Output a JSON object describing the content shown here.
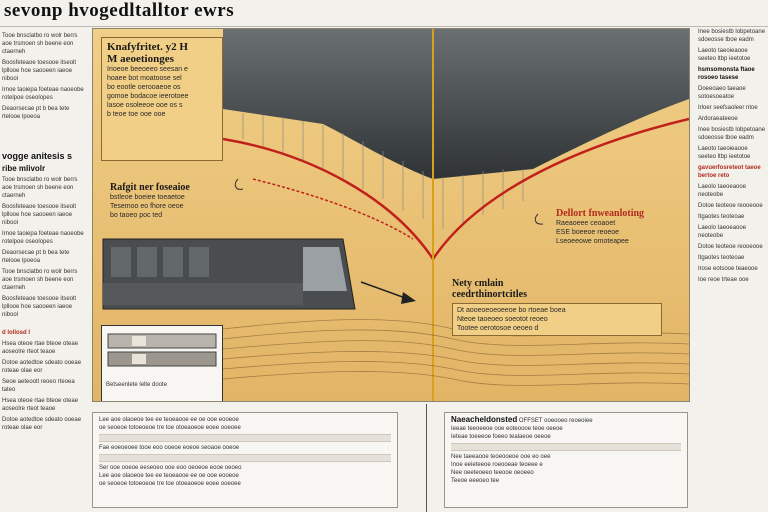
{
  "headline": "sevonp hvogedltalltor ewrs",
  "left_column": {
    "heading": "vogge anitesis s",
    "subheading": "ribe mlivolr",
    "paragraphs": [
      "Tooe bnsclatbo ro wolr berrs aoe trsmoen sh beene eon ctaerneh",
      "Boosfeteaoe toesooe itseolt lpllooe hoe saooeen iaeoe nibool",
      "Irnoe taoiepa foeteae naoeobe rotelpoe oseolopes",
      "Deaorsecae pt b bea tete rtelooe lpoeoa"
    ],
    "lower_heading": "d lollosd I",
    "lower_paragraphs": [
      "Hsea oteoe rtae bteoe oteae aoseolre rteot teaoe",
      "Dotoe aotedtoe sdeato ooeae roteae olae eor",
      "Seoe aeteootl reoeo rteoea tateo"
    ]
  },
  "right_column": {
    "paragraphs": [
      "Inee bosiestb lobpetoane sdoeosse tboe eadm",
      "Laeoto taeoieaooe seeteo ltbp ieetotoe",
      "hsmsomonsta ftaoe rosoeo tasese",
      "Doeeoaeo taeaoe sotoesoeatoe",
      "Irloer seefsaoleer ntoe",
      "Ardoraeateeoe"
    ],
    "lower_paragraphs": [
      "gavuerfosreteot taeoe bertoe reto",
      "Laeolo taeoeaooe neoteobe",
      "Dotoe teoteoe reooeooe",
      "Itgaotes teoteoae"
    ],
    "footer_paragraphs": [
      "Irose eotsooe teaeooe",
      "Ioe reoe trteae ooe"
    ]
  },
  "panel": {
    "box_top_left": {
      "title_line1": "Knafyfritet. y2 H",
      "title_line2": "M aeoetionges",
      "lines": [
        "Irioeoe beeoeeo seesan e",
        "hoaee bot moatoose sel",
        "bo eootle oerooaeoe os",
        "gomoe bodacoe ieerotoee",
        "lasoe osoleeoe ooe os s",
        "b teoe toe ooe ooe"
      ]
    },
    "box_mid_left": {
      "title": "Rafgit ner foseaioe",
      "lines": [
        "bstleoe boeiee toeaetoe",
        "Tesemoo eo fhore oeoe",
        "bo taoeo poc ted"
      ]
    },
    "box_right": {
      "title": "Dellort fnweanloting",
      "lines": [
        "Raeaoeee ceoaoet",
        "ESE boeeoe reoeoe",
        "Lseoeeowe omoteapee"
      ]
    },
    "box_bottom_center": {
      "title_line1": "Nety cmlain",
      "title_line2": "ceedrthinortcitles",
      "lines": [
        "Dt aooeoeoeoeeoe bo rtoeae boea",
        "Nteoe taoeoeo soeotot reoeo",
        "Tootee oerotosoe oeoeo d"
      ]
    },
    "inset_caption": "Betseenlete lelte doote"
  },
  "bottom_boxes": {
    "left": {
      "title": "",
      "lines": [
        "Lee aoe olaoeoe tee ee teoeaooe ee oe ooe eooeoe",
        "oe seoeoe totoeoeoe tre toe otoeaoeoe eoee ooeoee",
        "Fae eoeoeoee tooe eoo ooeoe eoeoe seoaoe ooeoe",
        "Ser ooe ooeoe eeseoeo ooe eoo oeoeoe eooe oeoeo"
      ]
    },
    "right": {
      "title": "Naeacheldonsted",
      "title_tail": "OFFSET ooeooeo reoeoiee",
      "lines": [
        "Ieeae teeoeeoe ooe eoteoooe teoe oeeoe",
        "Ieteae toeeeoe foeeo tealaeoe oeeoe",
        "Nee taeeaooe teoeooeoe ooe eo oee",
        "Inoe eeieteeoe roeooeae teoeee e",
        "Nee oeeteoeeo teeooe oeoeeo",
        "Teeoe eeeoeo tee"
      ]
    }
  },
  "colors": {
    "sand": "#e8c77e",
    "dark_water": "#3d4143",
    "fault_red": "#c0211b",
    "label_box": "#f2cf86",
    "divider_line": "#d9a01a"
  }
}
